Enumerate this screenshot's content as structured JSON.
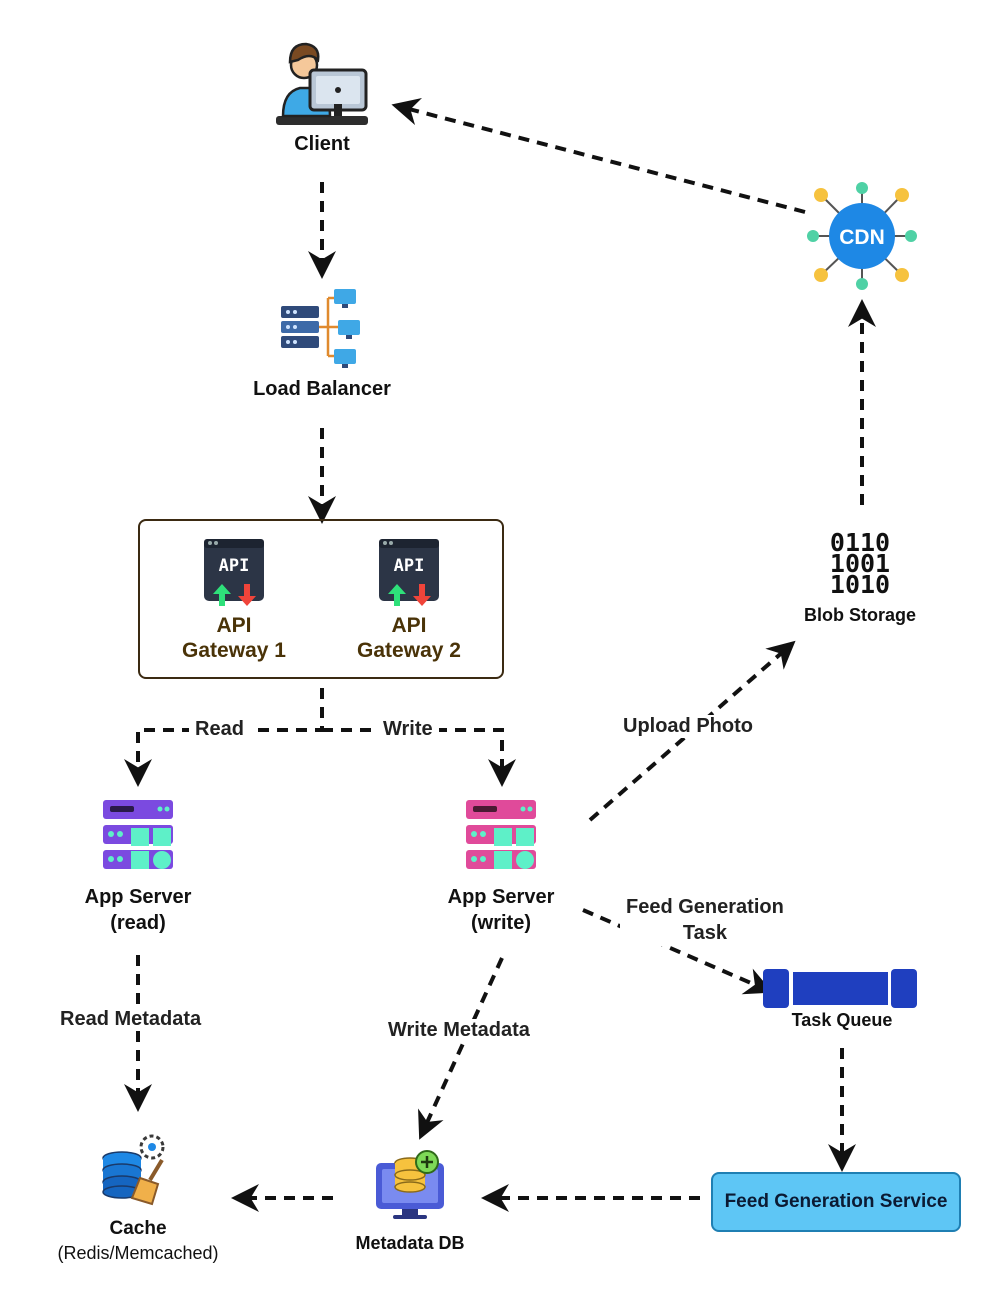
{
  "nodes": {
    "client": {
      "label": "Client"
    },
    "load_balancer": {
      "label": "Load Balancer"
    },
    "api_gateway_1": {
      "line1": "API",
      "line2": "Gateway 1",
      "icon_text": "API"
    },
    "api_gateway_2": {
      "line1": "API",
      "line2": "Gateway 2",
      "icon_text": "API"
    },
    "cdn": {
      "label": "CDN"
    },
    "blob_storage": {
      "label": "Blob Storage",
      "bits": [
        "0110",
        "1001",
        "1010"
      ]
    },
    "app_server_read": {
      "line1": "App Server",
      "line2": "(read)"
    },
    "app_server_write": {
      "line1": "App Server",
      "line2": "(write)"
    },
    "task_queue": {
      "label": "Task Queue"
    },
    "cache": {
      "line1": "Cache",
      "line2": "(Redis/Memcached)"
    },
    "metadata_db": {
      "label": "Metadata DB"
    },
    "feed_generation_service": {
      "label": "Feed Generation Service"
    }
  },
  "edges": {
    "read": "Read",
    "write": "Write",
    "upload_photo": "Upload Photo",
    "feed_generation_task_line1": "Feed Generation",
    "feed_generation_task_line2": "Task",
    "read_metadata": "Read Metadata",
    "write_metadata": "Write Metadata"
  },
  "colors": {
    "arrow": "#111111",
    "gateway_border": "#3b2a12",
    "gateway_text": "#4a3308",
    "fgs_fill": "#5ec6f5",
    "fgs_border": "#1f7fb3",
    "cdn_blue": "#1e88e5",
    "queue_blue": "#1f3fbf",
    "read_server": "#7b4ae0",
    "write_server": "#e04a9a",
    "server_accent": "#5ef0c8"
  }
}
